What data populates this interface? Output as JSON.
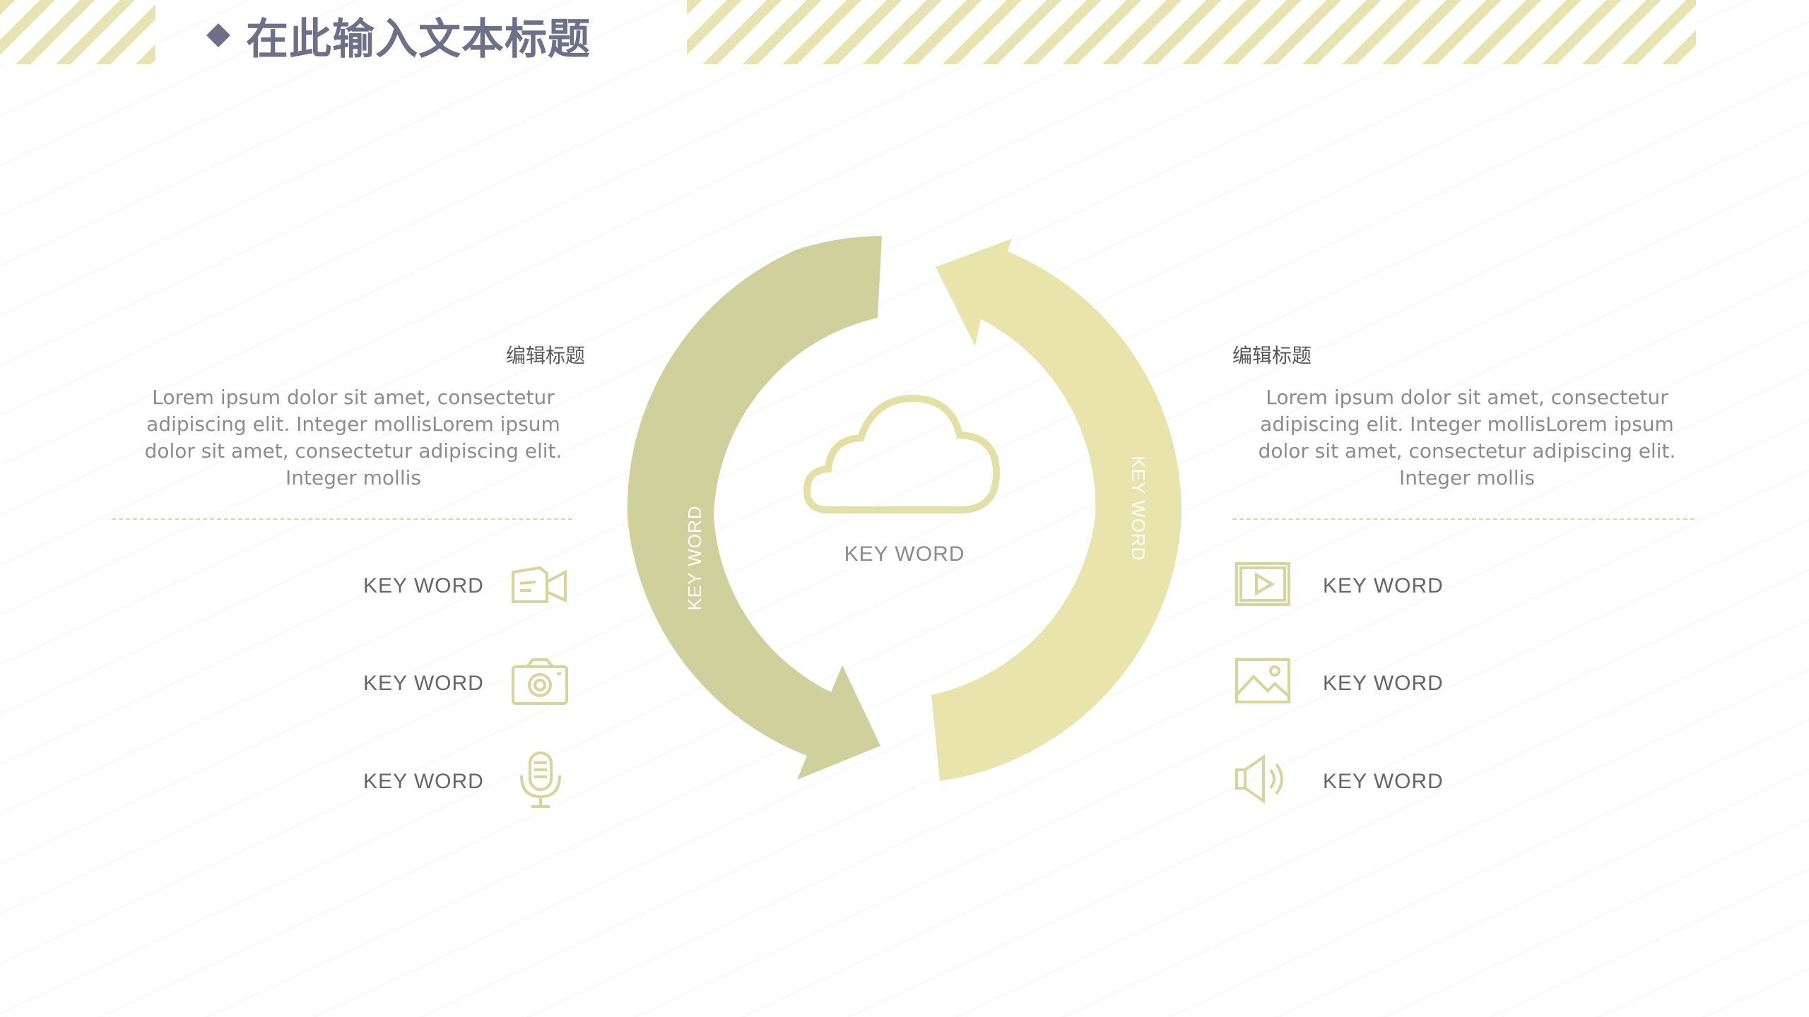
{
  "header": {
    "title": "在此输入文本标题"
  },
  "left_column": {
    "title": "编辑标题",
    "body": "Lorem ipsum dolor sit amet, consectetur adipiscing elit. Integer mollisLorem ipsum dolor sit amet, consectetur adipiscing elit. Integer mollis",
    "items": [
      {
        "label": "KEY WORD",
        "icon": "video-camera-icon"
      },
      {
        "label": "KEY WORD",
        "icon": "camera-icon"
      },
      {
        "label": "KEY WORD",
        "icon": "microphone-icon"
      }
    ]
  },
  "right_column": {
    "title": "编辑标题",
    "body": "Lorem ipsum dolor sit amet, consectetur adipiscing elit. Integer mollisLorem ipsum dolor sit amet, consectetur adipiscing elit. Integer mollis",
    "items": [
      {
        "label": "KEY WORD",
        "icon": "play-button-icon"
      },
      {
        "label": "KEY WORD",
        "icon": "image-icon"
      },
      {
        "label": "KEY WORD",
        "icon": "speaker-icon"
      }
    ]
  },
  "cycle": {
    "left_arrow_label": "KEY WORD",
    "right_arrow_label": "KEY WORD",
    "center_label": "KEY WORD",
    "center_icon": "cloud-icon"
  },
  "colors": {
    "olive": "#cdcd98",
    "light_yellow": "#e8e3a6",
    "title": "#6c7089",
    "stripe": "#e8e3b2"
  }
}
